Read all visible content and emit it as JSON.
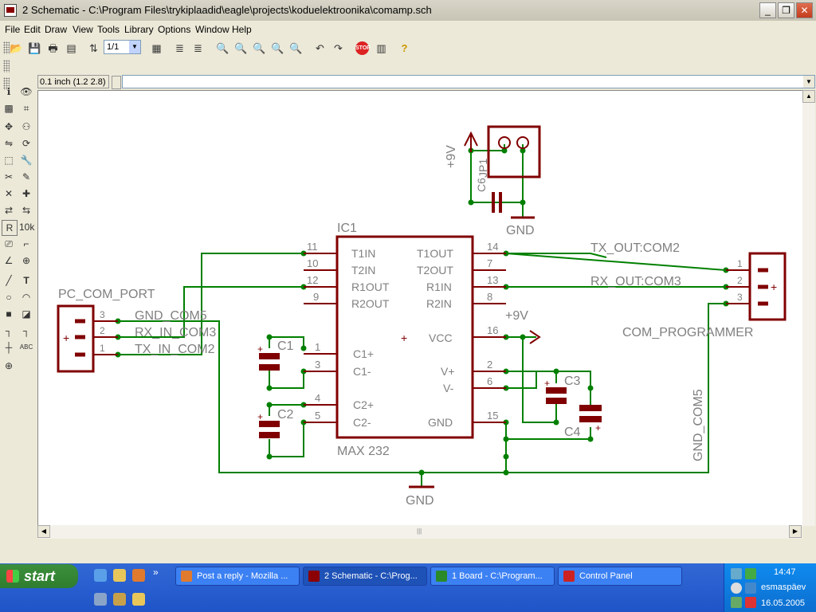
{
  "window": {
    "title": "2 Schematic - C:\\Program Files\\trykiplaadid\\eagle\\projects\\koduelektroonika\\comamp.sch",
    "minimize": "_",
    "maximize": "❐",
    "close": "✕"
  },
  "menu": [
    {
      "label": "File",
      "key": "menu-file"
    },
    {
      "label": "Edit",
      "key": "menu-edit"
    },
    {
      "label": "Draw",
      "key": "menu-draw"
    },
    {
      "label": "View",
      "key": "menu-view"
    },
    {
      "label": "Tools",
      "key": "menu-tools"
    },
    {
      "label": "Library",
      "key": "menu-library"
    },
    {
      "label": "Options",
      "key": "menu-options"
    },
    {
      "label": "Window",
      "key": "menu-window"
    },
    {
      "label": "Help",
      "key": "menu-help"
    }
  ],
  "toolbar": {
    "sheet_select": "1/1",
    "icons": [
      "open-icon",
      "save-icon",
      "print-icon",
      "cam-icon",
      "sheet-icon",
      "board-icon",
      "script-icon",
      "ulp-icon",
      "zoom-fit-icon",
      "zoom-in-icon",
      "zoom-out-icon",
      "zoom-redraw-icon",
      "zoom-select-icon",
      "undo-icon",
      "redo-icon",
      "stop-icon",
      "go-icon",
      "help-icon"
    ]
  },
  "coordbar": {
    "grid_text": "0.1 inch (1.2 2.8)",
    "command_value": ""
  },
  "schematic": {
    "ic_name": "IC1",
    "ic_value": "MAX 232",
    "ic_pins_left": [
      {
        "num": "11",
        "name": "T1IN"
      },
      {
        "num": "10",
        "name": "T2IN"
      },
      {
        "num": "12",
        "name": "R1OUT"
      },
      {
        "num": "9",
        "name": "R2OUT"
      },
      {
        "num": "1",
        "name": "C1+"
      },
      {
        "num": "3",
        "name": "C1-"
      },
      {
        "num": "4",
        "name": "C2+"
      },
      {
        "num": "5",
        "name": "C2-"
      }
    ],
    "ic_pins_right": [
      {
        "num": "14",
        "name": "T1OUT"
      },
      {
        "num": "7",
        "name": "T2OUT"
      },
      {
        "num": "13",
        "name": "R1IN"
      },
      {
        "num": "8",
        "name": "R2IN"
      },
      {
        "num": "16",
        "name": "VCC"
      },
      {
        "num": "2",
        "name": "V+"
      },
      {
        "num": "6",
        "name": "V-"
      },
      {
        "num": "15",
        "name": "GND"
      }
    ],
    "pc_com_port": {
      "name": "PC_COM_PORT",
      "pins": [
        "3",
        "2",
        "1"
      ],
      "nets": [
        "GND_COM5",
        "RX_IN_COM3",
        "TX_IN_COM2"
      ]
    },
    "com_programmer": {
      "name": "COM_PROGRAMMER",
      "pins": [
        "1",
        "2",
        "3"
      ],
      "nets": [
        "TX_OUT:COM2",
        "RX_OUT:COM3",
        "GND_COM5"
      ]
    },
    "caps": [
      "C1",
      "C2",
      "C3",
      "C4",
      "C6"
    ],
    "power": {
      "vcc": "+9V",
      "gnd": "GND"
    },
    "connector_top": "JP1",
    "ic_plus": "+",
    "conn_plus": "+"
  },
  "taskbar": {
    "start": "start",
    "tasks": [
      {
        "label": "Post a reply - Mozilla ...",
        "color": "#e07a2e"
      },
      {
        "label": "2 Schematic - C:\\Prog...",
        "color": "#8b0000"
      },
      {
        "label": "1 Board - C:\\Program...",
        "color": "#2a8a2a"
      },
      {
        "label": "Control Panel",
        "color": "#cc2222"
      }
    ],
    "chevron": "»",
    "clock": "14:47",
    "day": "esmaspäev",
    "date": "16.05.2005"
  }
}
